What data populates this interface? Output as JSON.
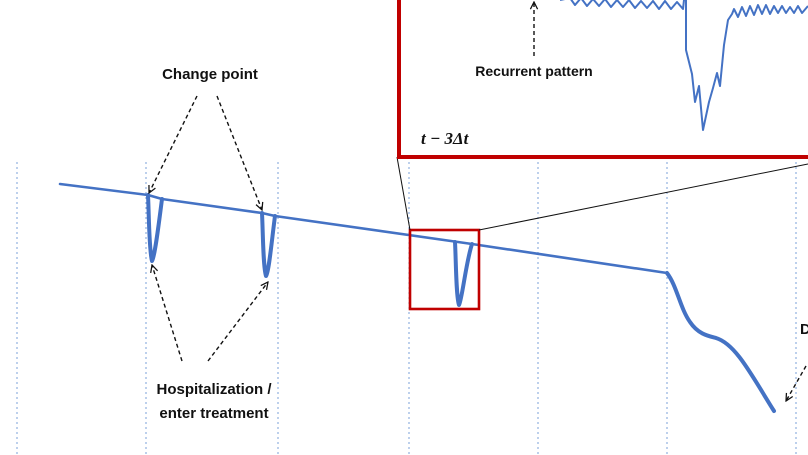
{
  "labels": {
    "change_point": "Change point",
    "hospitalization_line1": "Hospitalization /",
    "hospitalization_line2": "enter treatment",
    "recurrent_pattern": "Recurrent pattern",
    "time_label": "t − 3Δt",
    "partial_right": "D"
  },
  "colors": {
    "trajectory": "#4472C4",
    "highlight_box": "#C00000",
    "grid": "#5B8BD0",
    "arrow": "#111111"
  }
}
